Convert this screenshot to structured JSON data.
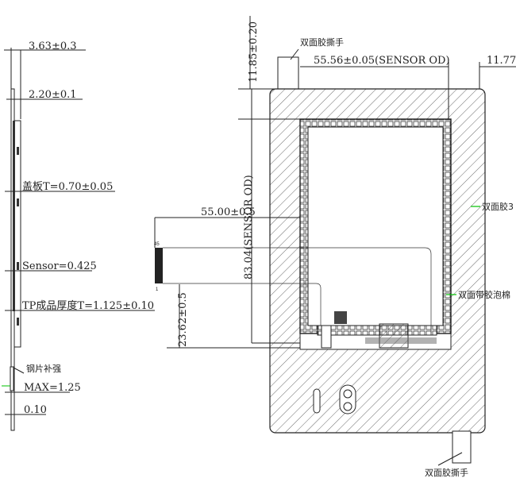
{
  "side_view": {
    "dim_overall": "3.63±0.3",
    "dim_fpc": "2.20±0.1",
    "cover_thickness": "盖板T=0.70±0.05",
    "sensor_thickness": "Sensor=0.425",
    "tp_thickness": "TP成品厚度T=1.125±0.10",
    "stiffener": "钢片补强",
    "max_thickness": "MAX=1.25",
    "min_gap": "0.10"
  },
  "front_view": {
    "tab_height": "11.85±0.20",
    "tab_label_top": "双面胶撕手",
    "sensor_width": "55.56±0.05(SENSOR OD)",
    "right_margin": "11.77±",
    "tape_label": "双面胶3",
    "fpc_length": "55.00±0.5",
    "sensor_height": "83.04(SENSOR OD)",
    "foam_label": "双面带胶泡棉",
    "fpc_offset": "23.62±0.5",
    "pin_last": "45",
    "pin_first": "1",
    "tab_label_bottom": "双面胶撕手"
  },
  "colors": {
    "line": "#222222",
    "leader": "#00c000"
  }
}
